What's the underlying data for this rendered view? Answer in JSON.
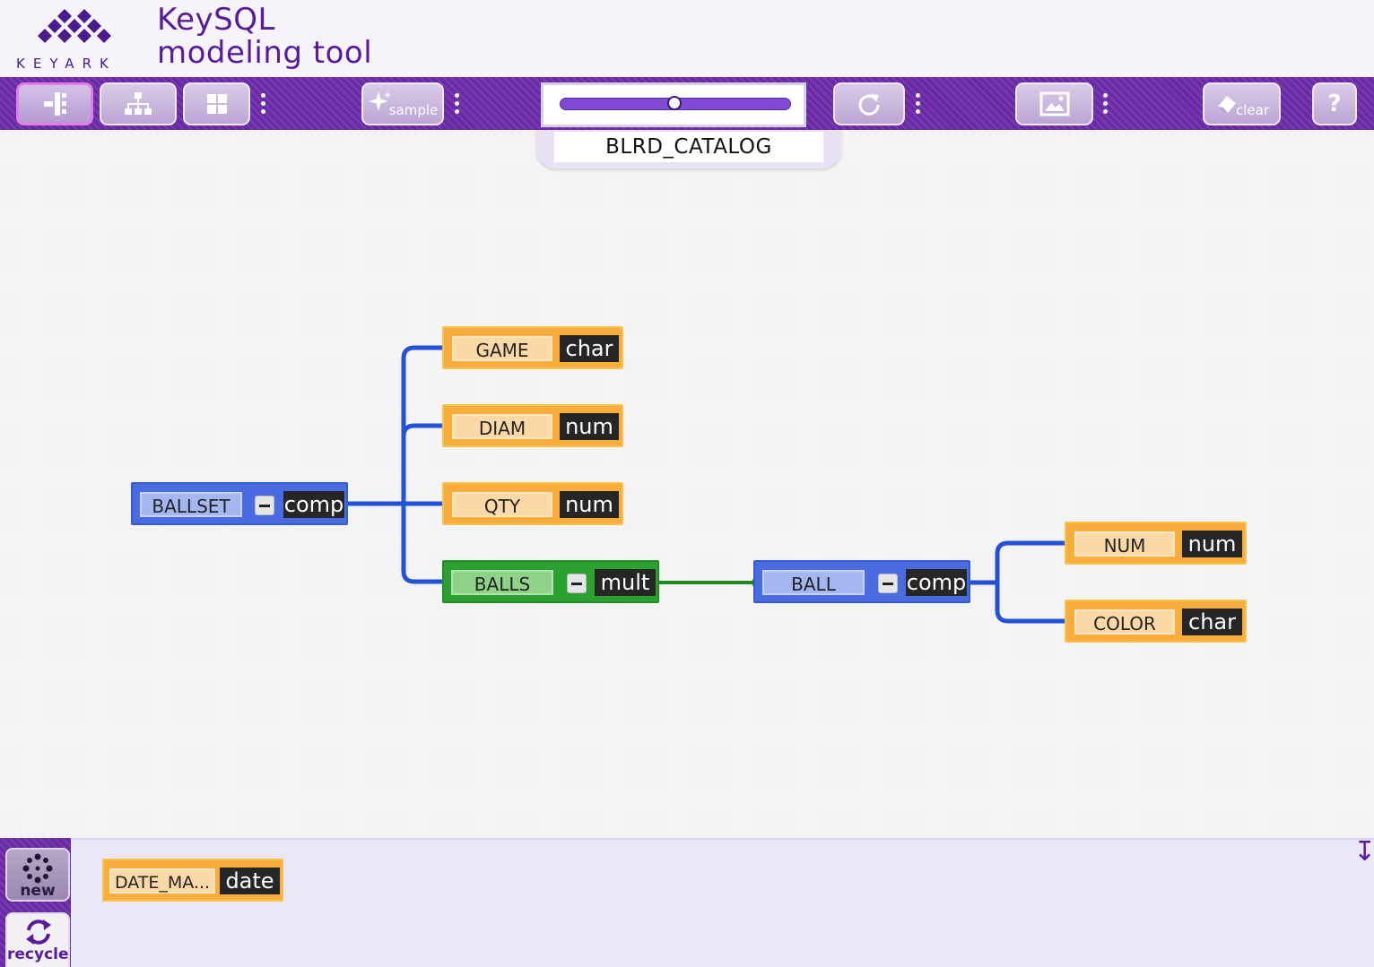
{
  "header": {
    "logo_text": "KEYARK",
    "title_line1": "KeySQL",
    "title_line2": "modeling tool"
  },
  "toolbar": {
    "sample_label": "sample",
    "clear_label": "clear",
    "help_label": "?",
    "slider_level": 0.5
  },
  "schema": {
    "name": "BLRD_CATALOG"
  },
  "nodes": [
    {
      "id": "ballset",
      "name": "BALLSET",
      "type": "comp",
      "kind": "comp",
      "collapsible": true
    },
    {
      "id": "game",
      "name": "GAME",
      "type": "char",
      "kind": "field"
    },
    {
      "id": "diam",
      "name": "DIAM",
      "type": "num",
      "kind": "field"
    },
    {
      "id": "qty",
      "name": "QTY",
      "type": "num",
      "kind": "field"
    },
    {
      "id": "balls",
      "name": "BALLS",
      "type": "mult",
      "kind": "mult",
      "collapsible": true
    },
    {
      "id": "ball",
      "name": "BALL",
      "type": "comp",
      "kind": "comp",
      "collapsible": true
    },
    {
      "id": "num",
      "name": "NUM",
      "type": "num",
      "kind": "field"
    },
    {
      "id": "color",
      "name": "COLOR",
      "type": "char",
      "kind": "field"
    }
  ],
  "links": [
    {
      "from": "ballset",
      "to": "game"
    },
    {
      "from": "ballset",
      "to": "diam"
    },
    {
      "from": "ballset",
      "to": "qty"
    },
    {
      "from": "ballset",
      "to": "balls"
    },
    {
      "from": "balls",
      "to": "ball"
    },
    {
      "from": "ball",
      "to": "num"
    },
    {
      "from": "ball",
      "to": "color"
    }
  ],
  "colors": {
    "brand": "#6a2aa6",
    "comp": "#4a6ce0",
    "mult": "#2aa130",
    "field": "#f8ad3c",
    "link_blue": "#2451d8",
    "link_green": "#1f8a22"
  },
  "palette": {
    "new_label": "new",
    "recycle_label": "recycle",
    "items": [
      {
        "name": "DATE_MA...",
        "type": "date"
      }
    ]
  },
  "icons": {
    "tree_view": "tree-view-icon",
    "hierarchy_view": "hierarchy-icon",
    "grid_view": "grid-icon",
    "sample": "sparkle-icon",
    "refresh": "refresh-icon",
    "image": "image-icon",
    "clear": "eraser-icon",
    "help": "help-icon",
    "new": "burst-icon",
    "recycle": "recycle-icon",
    "scroll_down": "down-arrow-icon"
  }
}
